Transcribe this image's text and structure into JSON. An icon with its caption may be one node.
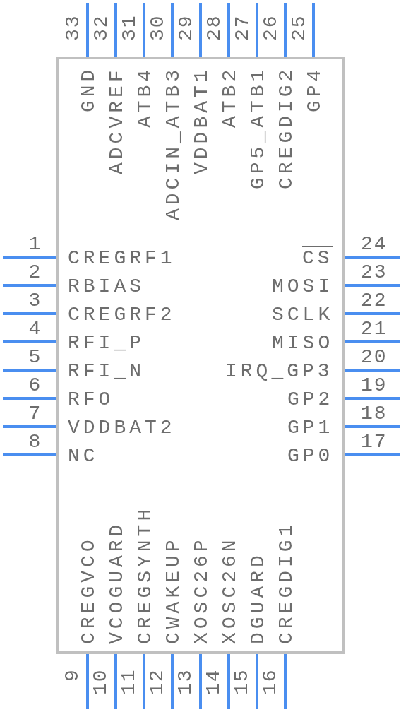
{
  "diagram": {
    "nodes": [
      {
        "text": [],
        "shape": "box"
      }
    ],
    "labels": [
      "1",
      "CREGRF1",
      "2",
      "RBIAS",
      "3",
      "CREGRF2",
      "4",
      "RFI_P",
      "5",
      "RFI_N",
      "6",
      "RFO",
      "7",
      "VDDBAT2",
      "8",
      "NC",
      "9",
      "CREGVCO",
      "10",
      "VCOGUARD",
      "11",
      "CREGSYNTH",
      "12",
      "CWAKEUP",
      "13",
      "XOSC26P",
      "14",
      "XOSC26N",
      "15",
      "DGUARD",
      "16",
      "CREGDIG1",
      "17",
      "GP0",
      "18",
      "GP1",
      "19",
      "GP2",
      "20",
      "IRQ_GP3",
      "21",
      "MISO",
      "22",
      "SCLK",
      "23",
      "MOSI",
      "24",
      "CS",
      "25",
      "GP4",
      "26",
      "CREGDIG2",
      "27",
      "GP5_ATB1",
      "28",
      "ATB2",
      "29",
      "VDDBAT1",
      "30",
      "ADCIN_ATB3",
      "31",
      "ATB4",
      "32",
      "ADCVREF",
      "33",
      "GND"
    ]
  }
}
